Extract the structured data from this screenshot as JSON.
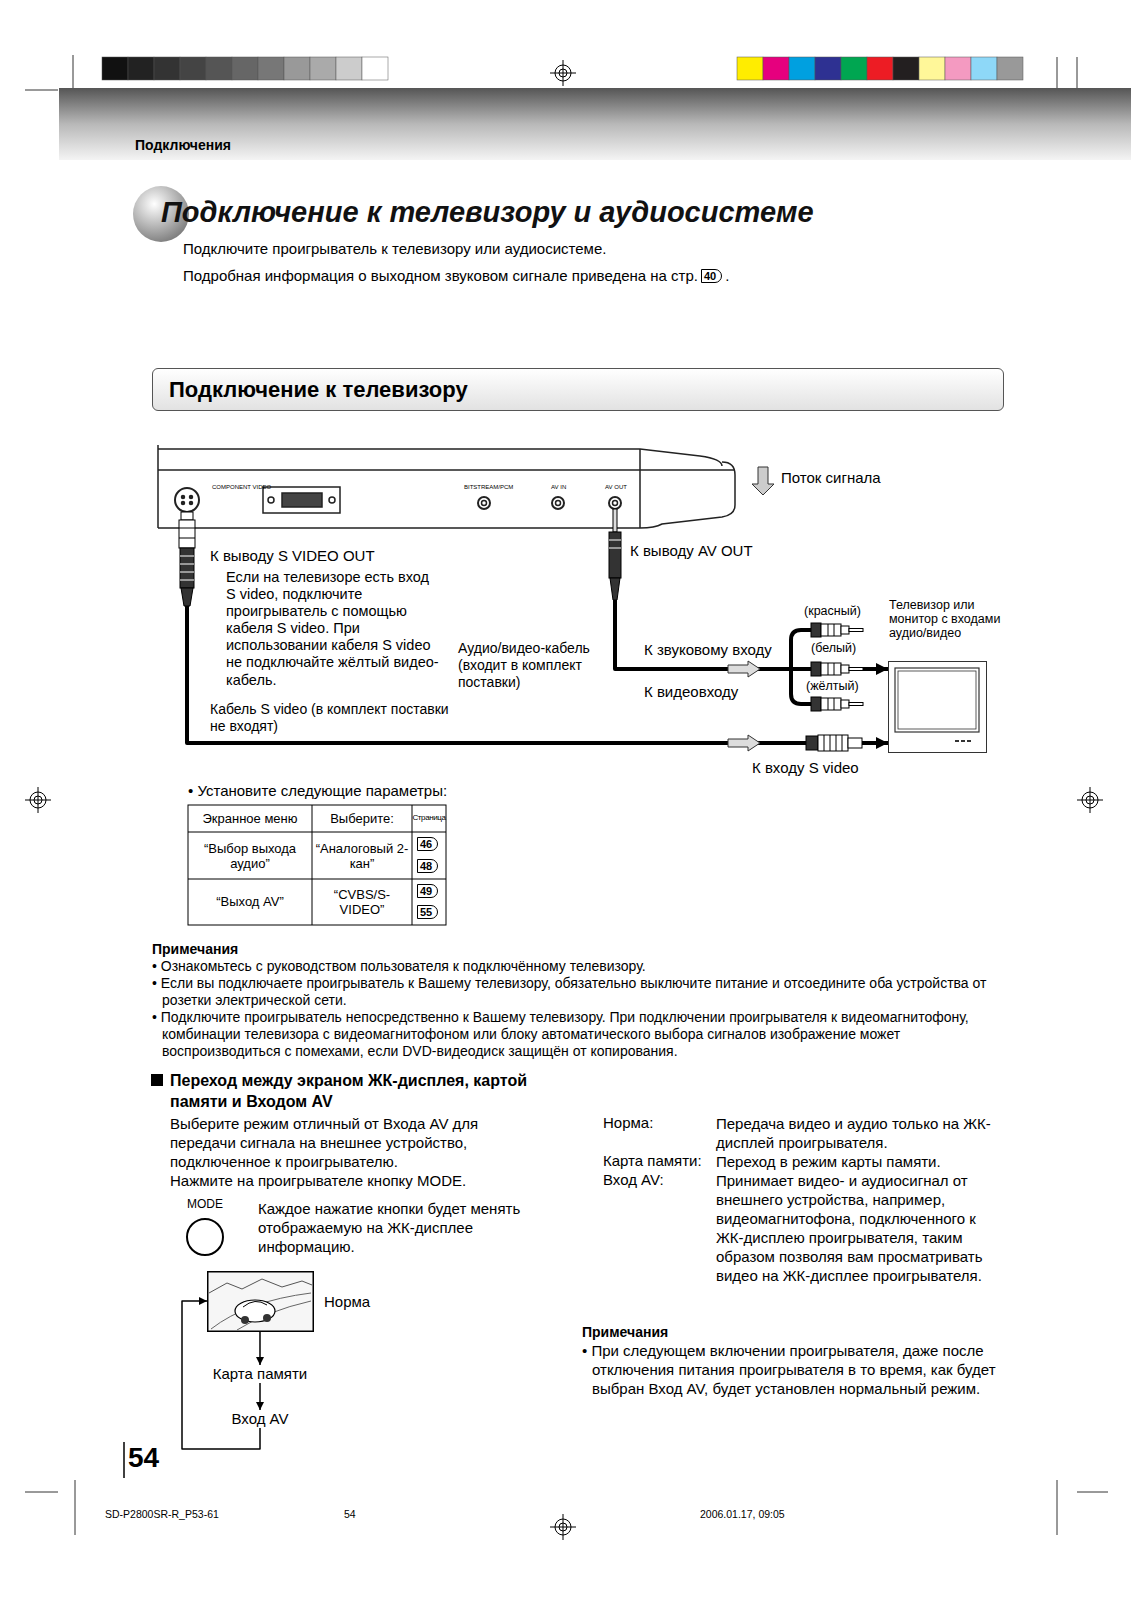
{
  "diagram": {
    "title": "Подключение к телевизору и аудиосистеме",
    "nodes": [
      {
        "text": [
          "Подключение к телевизору"
        ]
      },
      {
        "text": [
          "COMPONENT VIDEO",
          "BITSTREAM/PCM",
          "AV IN",
          "AV OUT"
        ]
      },
      {
        "text": [
          "Телевизор или монитор с входами аудио/видео"
        ]
      },
      {
        "text": [
          "MODE"
        ]
      },
      {
        "text": [
          "Норма"
        ]
      },
      {
        "text": [
          "Карта памяти"
        ]
      },
      {
        "text": [
          "Вход AV"
        ]
      }
    ],
    "edges": [
      {
        "from": 1,
        "to": 2,
        "arrow": "to",
        "label": "Кабель S video (в комплект поставки не входят)"
      },
      {
        "from": 1,
        "to": 2,
        "arrow": "to",
        "label": "Аудио/видео-кабель (входит в комплект поставки)"
      },
      {
        "from": 4,
        "to": 5,
        "arrow": "to"
      },
      {
        "from": 5,
        "to": 6,
        "arrow": "to"
      },
      {
        "from": 6,
        "to": 4,
        "arrow": "to"
      }
    ],
    "labels": [
      "Подключения",
      "Подключите проигрыватель к телевизору или аудиосистеме.",
      "Подробная информация о выходном звуковом сигнале приведена на стр.",
      "40",
      ".",
      "Поток сигнала",
      "К выводу S VIDEO OUT",
      "Если на телевизоре есть вход S video, подключите проигрыватель с помощью кабеля S video. При использовании кабеля S video не подключайте жёлтый видео-кабель.",
      "К выводу AV OUT",
      "(красный)",
      "К звуковому входу",
      "(белый)",
      "К видеовходу",
      "(жёлтый)",
      "К входу S video",
      "• Установите следующие параметры:",
      "Экранное меню",
      "Выберите:",
      "Страница",
      "“Выбор выхода аудио”",
      "“Аналоговый 2-кан”",
      "46",
      "48",
      "“Выход AV”",
      "“CVBS/S-VIDEO”",
      "49",
      "55",
      "Примечания",
      "• Ознакомьтесь с руководством пользователя к подключённому телевизору.",
      "• Если вы подключаете проигрыватель к Вашему телевизору, обязательно выключите питание и отсоедините оба устройства от розетки электрической сети.",
      "• Подключите проигрыватель непосредственно к Вашему телевизору. При подключении проигрывателя к видеомагнитофону, комбинации телевизора с видеомагнитофоном или блоку автоматического выбора сигналов изображение может воспроизводиться с помехами, если DVD-видеодиск защищён от копирования.",
      "Переход между экраном ЖК-дисплея, картой памяти и Входом AV",
      "Выберите режим отличный от Входа AV для передачи сигнала на внешнее устройство, подключенное к проигрывателю.",
      "Нажмите на проигрывателе кнопку MODE.",
      "Каждое нажатие кнопки будет менять отображаемую на ЖК-дисплее информацию.",
      "Норма:",
      "Передача видео и аудио только на ЖК-дисплей проигрывателя.",
      "Карта памяти:",
      "Переход в режим карты памяти.",
      "Вход AV:",
      "Принимает видео- и аудиосигнал от внешнего устройства, например, видеомагнитофона, подключенного к ЖК-дисплею проигрывателя, таким образом позволяя вам просматривать видео на ЖК-дисплее проигрывателя.",
      "Примечания",
      "• При следующем включении проигрывателя, даже после отключения питания проигрывателя в то время, как будет выбран Вход AV, будет установлен нормальный режим.",
      "54",
      "SD-P2800SR-R_P53-61",
      "54",
      "2006.01.17, 09:05"
    ]
  }
}
